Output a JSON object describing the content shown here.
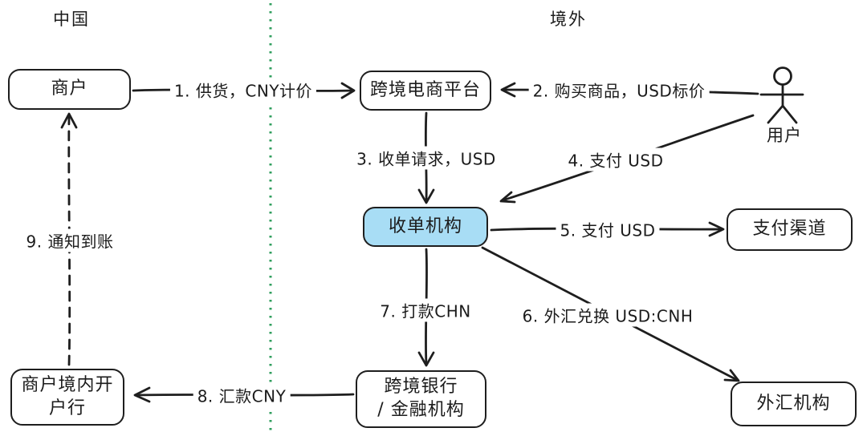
{
  "regions": {
    "china": "中国",
    "overseas": "境外"
  },
  "nodes": {
    "merchant": "商户",
    "platform": "跨境电商平台",
    "acquirer": "收单机构",
    "payment_channel": "支付渠道",
    "forex_agency": "外汇机构",
    "cross_border_bank_line1": "跨境银行",
    "cross_border_bank_line2": "/ 金融机构",
    "merchant_domestic_bank": "商户境内开户行",
    "user": "用户"
  },
  "edges": {
    "e1": "1. 供货，CNY计价",
    "e2": "2. 购买商品，USD标价",
    "e3": "3. 收单请求，USD",
    "e4": "4. 支付 USD",
    "e5": "5. 支付 USD",
    "e6": "6. 外汇兑换 USD:CNH",
    "e7": "7. 打款CHN",
    "e8": "8. 汇款CNY",
    "e9": "9. 通知到账"
  },
  "colors": {
    "line": "#1e1e1e",
    "divider_green": "#2f9e5d",
    "acquirer_fill": "#a8ddf5",
    "background": "#ffffff"
  }
}
